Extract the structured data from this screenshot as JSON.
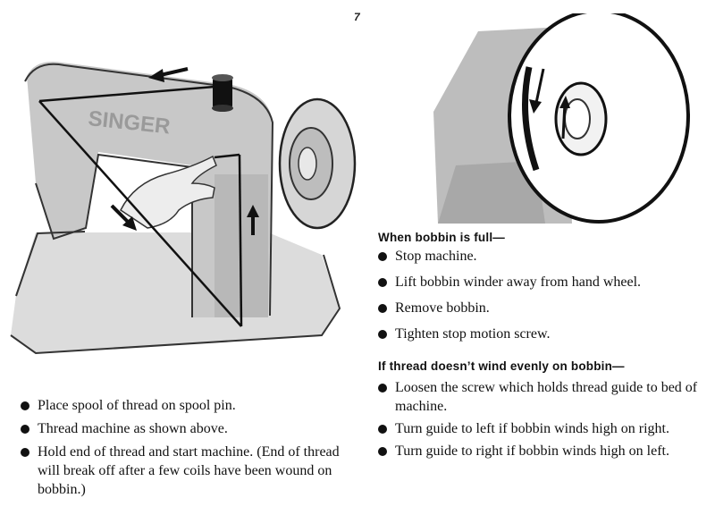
{
  "page": {
    "number": "7"
  },
  "machine_illustration": {
    "brand_label": "SINGER"
  },
  "bobbin_full": {
    "heading": "When bobbin is full—",
    "items": [
      "Stop machine.",
      "Lift bobbin winder away from hand wheel.",
      "Remove bobbin.",
      "Tighten stop motion screw."
    ]
  },
  "uneven_winding": {
    "heading": "If thread doesn’t wind evenly on bobbin—",
    "items": [
      "Loosen the screw which holds thread guide to bed of machine.",
      "Turn guide to left if bobbin winds high on right.",
      "Turn guide to right if bobbin winds high on left."
    ]
  },
  "threading": {
    "items": [
      "Place spool of thread on spool pin.",
      "Thread machine as shown above.",
      "Hold end of thread and start machine. (End of thread will break off after a few coils have been wound on bobbin.)"
    ]
  },
  "colors": {
    "ink": "#111111",
    "shading": "#c8c8c8",
    "paper": "#ffffff"
  }
}
